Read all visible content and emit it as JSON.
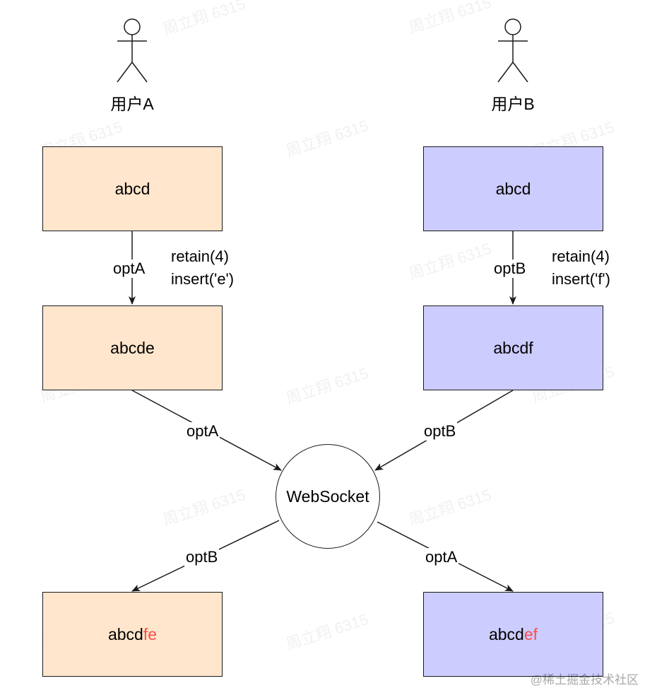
{
  "actors": {
    "a": {
      "name": "用户A"
    },
    "b": {
      "name": "用户B"
    }
  },
  "nodes": {
    "a_initial": "abcd",
    "b_initial": "abcd",
    "a_after": "abcde",
    "b_after": "abcdf",
    "a_final": {
      "base": "abcd",
      "highlight": "fe"
    },
    "b_final": {
      "base": "abcd",
      "highlight": "ef"
    },
    "server": "WebSocket"
  },
  "edges": {
    "a_local_op": "optA",
    "b_local_op": "optB",
    "a_to_server": "optA",
    "b_to_server": "optB",
    "server_to_a": "optB",
    "server_to_b": "optA"
  },
  "operations": {
    "a": {
      "line1": "retain(4)",
      "line2": "insert('e')"
    },
    "b": {
      "line1": "retain(4)",
      "line2": "insert('f')"
    }
  },
  "watermarks": {
    "text": "周立翔 6315"
  },
  "footer": {
    "watermark": "@稀土掘金技术社区"
  },
  "colors": {
    "user_a_fill": "#ffe6cc",
    "user_b_fill": "#ccccff",
    "highlight": "#ff4d4d",
    "stroke": "#1a1a1a"
  }
}
